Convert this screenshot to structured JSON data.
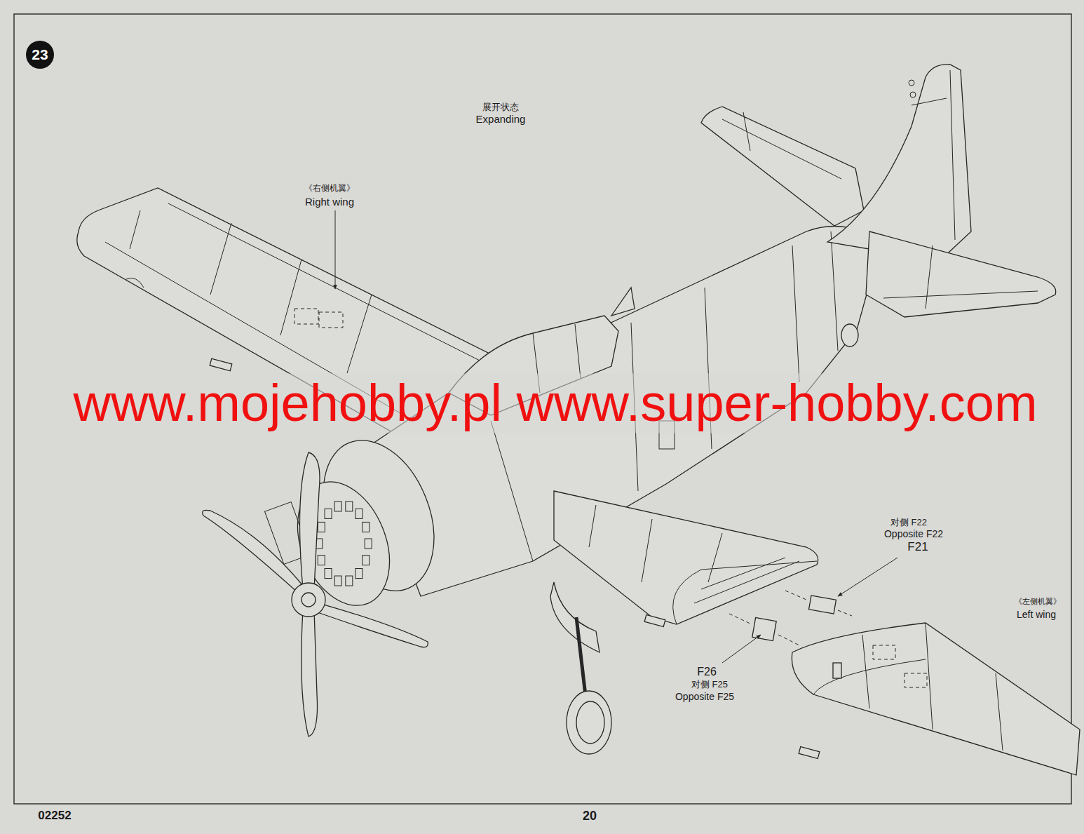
{
  "diagram": {
    "nodes": [
      {
        "text": [
          "23"
        ]
      }
    ],
    "labels": [
      "展开状态",
      "Expanding",
      "《右侧机翼》",
      "Right wing",
      "www.mojehobby.pl www.super-hobby.com",
      "对侧 F22",
      "Opposite F22",
      "F21",
      "F26",
      "对侧 F25",
      "Opposite F25",
      "《左侧机翼》",
      "Left wing",
      "02252",
      "20"
    ]
  }
}
